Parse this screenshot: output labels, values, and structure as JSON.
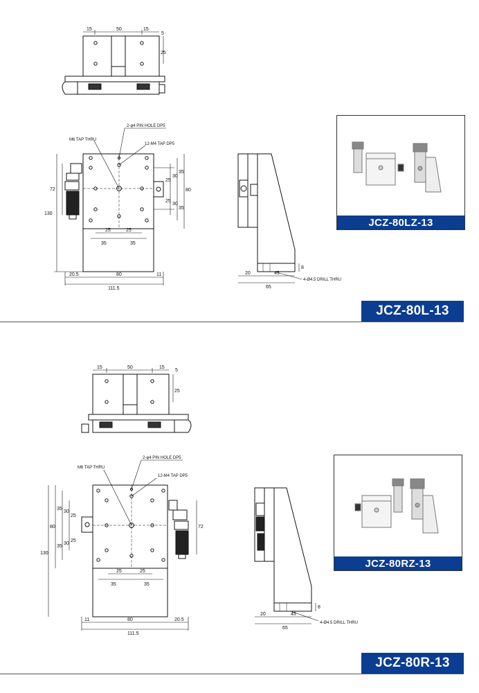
{
  "section1": {
    "model_label": "JCZ-80L-13",
    "photo_label": "JCZ-80LZ-13",
    "top_view": {
      "dims": [
        "15",
        "50",
        "15",
        "5",
        "25"
      ]
    },
    "front_view": {
      "notes": {
        "pin_hole": "2-φ4 PIN HOLE DP5",
        "tap_m4": "12-M4 TAP DP5",
        "tap_m6": "M6 TAP THRU"
      },
      "dims": {
        "d72": "72",
        "d130": "130",
        "d25a": "25",
        "d35a": "35",
        "d25b": "25",
        "d35b": "35",
        "r35": "35",
        "r30": "30",
        "r25": "25",
        "r80": "80",
        "r25b": "25",
        "r30b": "30",
        "r35b": "35",
        "b205": "20.5",
        "b80": "80",
        "b11": "11",
        "b1115": "111.5"
      }
    },
    "side_view": {
      "dims": {
        "d20": "20",
        "d45": "45",
        "d65": "65",
        "d8": "8"
      },
      "note": "4-Ø4.5 DRILL THRU"
    }
  },
  "section2": {
    "model_label": "JCZ-80R-13",
    "photo_label": "JCZ-80RZ-13",
    "top_view": {
      "dims": [
        "15",
        "50",
        "15",
        "5",
        "25"
      ]
    },
    "front_view": {
      "notes": {
        "pin_hole": "2-φ4 PIN HOLE DP5",
        "tap_m4": "12-M4 TAP DP5",
        "tap_m6": "M6 TAP THRU"
      },
      "dims": {
        "d72": "72",
        "d130": "130",
        "d25a": "25",
        "d35a": "35",
        "d25b": "25",
        "d35b": "35",
        "l35": "35",
        "l30": "30",
        "l25": "25",
        "l80": "80",
        "l25b": "25",
        "l30b": "30",
        "l35b": "35",
        "b11": "11",
        "b80": "80",
        "b205": "20.5",
        "b1115": "111.5"
      }
    },
    "side_view": {
      "dims": {
        "d20": "20",
        "d45": "45",
        "d65": "65",
        "d8": "8"
      },
      "note": "4-Ø4.5 DRILL THRU"
    }
  }
}
